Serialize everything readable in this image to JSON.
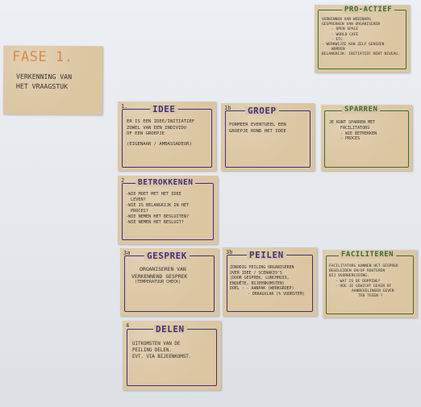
{
  "fase": {
    "title": "FASE 1.",
    "subtitle_lines": [
      "VERKENNING VAN",
      "HET VRAAGSTUK"
    ]
  },
  "proactief": {
    "title": "PRO-ACTIEF",
    "lines": [
      "VERKENNEN VAN WEBINARS",
      "GESPREKKEN VAN ORGANISEREN",
      "- OPEN SPACE",
      "- WORLD CAFÉ",
      "- ETC.",
      "- WERKWIJZE KAN ZELF GEKOZEN",
      "WORDEN",
      "BELANGRIJK: INITIATIEF RENT NIVEAU."
    ]
  },
  "idee": {
    "num": "1.",
    "title": "IDEE",
    "lines": [
      "ER IS EEN IDEE/INITIATIEF",
      "ZOWEL VAN EEN INDIVIDU",
      "OF EEN GROEPJE",
      "(EIGENAAR / AMBASSADEUR)"
    ]
  },
  "groep": {
    "num": "1b",
    "title": "GROEP",
    "lines": [
      "FORMEER EVENTUEEL EEN",
      "GROEPJE ROND HET IDEE"
    ]
  },
  "sparren": {
    "title": "SPARREN",
    "lines": [
      "JE KUNT SPARREN MET",
      "FACILITATORS",
      "- WIE BETREKKEN",
      "- PROCES"
    ]
  },
  "betrokkenen": {
    "num": "2",
    "title": "BETROKKENEN",
    "lines": [
      "-WIE MOET MET HET IDEE",
      "LEVEN?",
      "-WIE IS BELANGRIJK IN HET",
      "PROCES?",
      "-WIE NEMEN HET BESLUITEN?",
      "-WIE NEMEN HET BESLUIT?"
    ]
  },
  "gesprek": {
    "num": "3a",
    "title": "GESPREK",
    "lines": [
      "ORGANISEREN VAN",
      "VERKENNEND GESPREK",
      "",
      "(TEMPERATUUR CHECK)"
    ]
  },
  "peilen": {
    "num": "3b",
    "title": "PEILEN",
    "lines": [
      "ZONODIG PEILING ORGANISEREN",
      "OVER IDEE / SCENARIO'S",
      "(DOOR GESPREK, LUNCHHUIS,",
      "ENQUÊTE, BIJEENKOMSTEN)",
      "DOEL : - AANPAK (WERKGROEP)",
      "- DRAAGVLAK (% VOORSTEM)"
    ]
  },
  "faciliteren": {
    "title": "FACILITEREN",
    "lines": [
      "FACILITATORS KUNNEN HET GESPREK",
      "BEGELEIDEN EN/OF ROUTEREN",
      "BIJ VOORBEREIDING.",
      "- WAT IS DE DOPPING?",
      "- HOE JE GEWICHT GEVEN OF",
      "AANBEVELINGEN GEVEN",
      "TEN TEGEN ?"
    ]
  },
  "delen": {
    "num": "4",
    "title": "DELEN",
    "lines": [
      "UITKOMSTEN VAN DE",
      "PEILING DELEN.",
      "EVT. VIA BIJEENKOMST."
    ]
  },
  "colors": {
    "purple": "#3d2f7e",
    "green": "#3a6b33",
    "orange": "#d98a46",
    "paper": "#dcc6a2",
    "wall": "#e6e9ed"
  }
}
